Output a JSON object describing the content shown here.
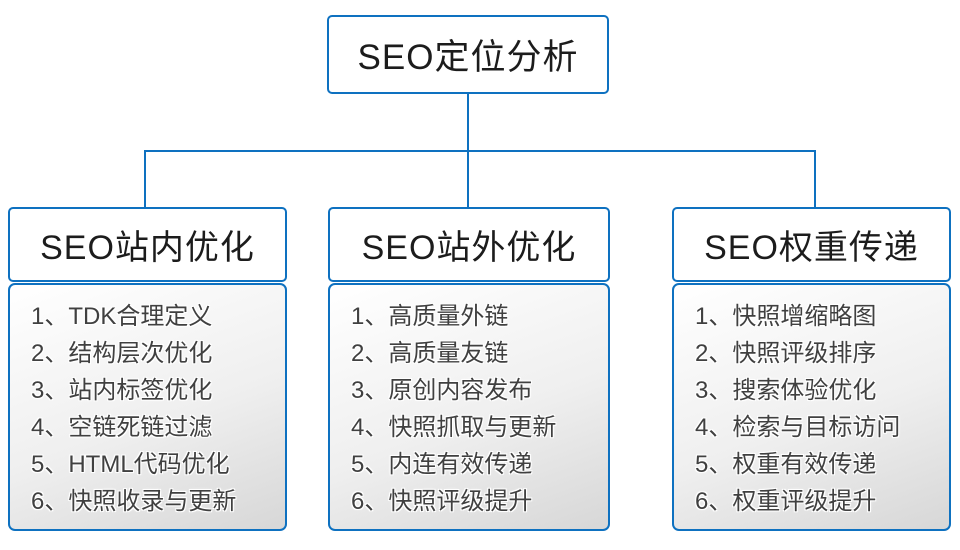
{
  "colors": {
    "accent": "#0e71c0",
    "list_text": "#404040",
    "header_text": "#1c1c1c"
  },
  "root": {
    "title": "SEO定位分析"
  },
  "columns": [
    {
      "title": "SEO站内优化",
      "items": [
        "1、TDK合理定义",
        "2、结构层次优化",
        "3、站内标签优化",
        "4、空链死链过滤",
        "5、HTML代码优化",
        "6、快照收录与更新"
      ]
    },
    {
      "title": "SEO站外优化",
      "items": [
        "1、高质量外链",
        "2、高质量友链",
        "3、原创内容发布",
        "4、快照抓取与更新",
        "5、内连有效传递",
        "6、快照评级提升"
      ]
    },
    {
      "title": "SEO权重传递",
      "items": [
        "1、快照增缩略图",
        "2、快照评级排序",
        "3、搜索体验优化",
        "4、检索与目标访问",
        "5、权重有效传递",
        "6、权重评级提升"
      ]
    }
  ]
}
